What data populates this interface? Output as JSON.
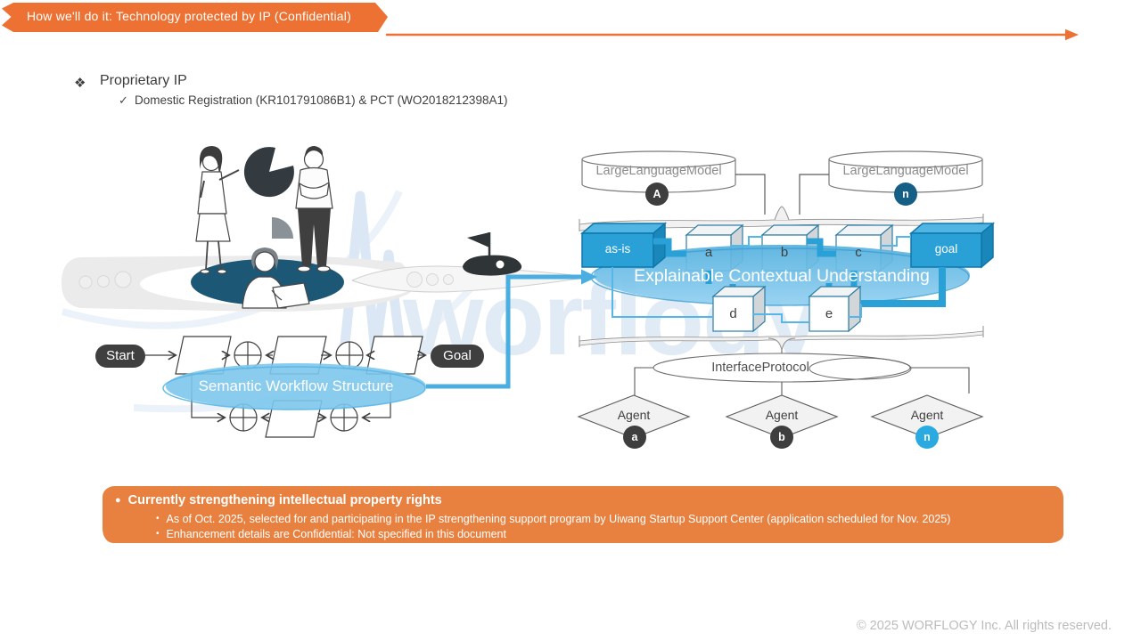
{
  "slide": {
    "title": "How we'll do it: Technology protected by IP (Confidential)"
  },
  "proprietary_ip": {
    "bullet_icon": "❖",
    "heading": "Proprietary IP",
    "check_icon": "✓",
    "detail": "Domestic Registration (KR101791086B1) & PCT (WO2018212398A1)"
  },
  "watermark": {
    "brand": "worflogy"
  },
  "workflow_diagram": {
    "start_label": "Start",
    "goal_label": "Goal",
    "caption": "Semantic Workflow Structure"
  },
  "llm_diagram": {
    "left_cylinder": {
      "label": "LargeLanguageModel",
      "badge": "A"
    },
    "right_cylinder": {
      "label": "LargeLanguageModel",
      "badge": "n"
    },
    "boxes": {
      "as_is": "as-is",
      "a": "a",
      "b": "b",
      "c": "c",
      "goal": "goal",
      "d": "d",
      "e": "e"
    },
    "caption": "Explainable Contextual Understanding",
    "interface_label": "InterfaceProtocol",
    "agents": [
      {
        "label": "Agent",
        "badge": "a"
      },
      {
        "label": "Agent",
        "badge": "b"
      },
      {
        "label": "Agent",
        "badge": "n"
      }
    ]
  },
  "notice": {
    "bullet_icon": "●",
    "item_bullet": "•",
    "heading": "Currently strengthening intellectual property rights",
    "items": [
      "As of Oct. 2025, selected for and participating in the IP strengthening support program by Uiwang Startup Support Center (application scheduled for Nov. 2025)",
      "Enhancement details are Confidential: Not specified in this document"
    ]
  },
  "footer": {
    "copyright": "© 2025 WORFLOGY Inc. All rights reserved."
  },
  "colors": {
    "accent_orange": "#EC7132",
    "banner_orange": "#E8813F",
    "diagram_blue": "#29A1D7",
    "connector_light_blue": "#56B6E8",
    "ellipse_blue": "#7CC7EC",
    "dark_teal": "#1C5876",
    "dark_gray": "#3F3F3F",
    "agent_badge_blue": "#29ABE2",
    "llm_badge_blue": "#155E86",
    "watermark_blue": "#DEE9F5"
  }
}
